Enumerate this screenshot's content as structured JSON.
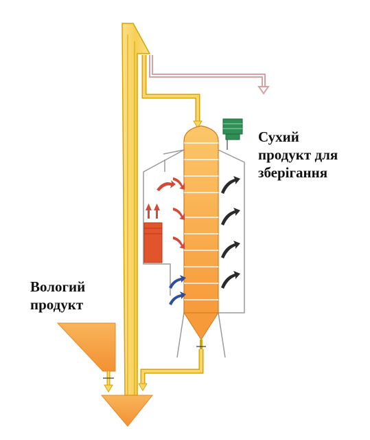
{
  "labels": {
    "dry_product": [
      "Сухий",
      "продукт для",
      "зберігання"
    ],
    "wet_product": [
      "Вологий",
      "продукт"
    ]
  },
  "colors": {
    "elevator_fill": "#f9d66b",
    "elevator_stroke": "#d5a400",
    "hot_air_arrow": "#d24a3a",
    "cold_air_arrow": "#2f4f9a",
    "exhaust_arrow": "#2a2a2a",
    "burner": "#e2542b",
    "fan": "#2f8f55",
    "hopper": "#f4a040"
  },
  "icons": {
    "fan": "fan-icon",
    "burner": "burner-icon",
    "hot_air": "hot-air-arrow-icon",
    "cold_air": "cold-air-arrow-icon",
    "exhaust": "exhaust-arrow-icon"
  }
}
